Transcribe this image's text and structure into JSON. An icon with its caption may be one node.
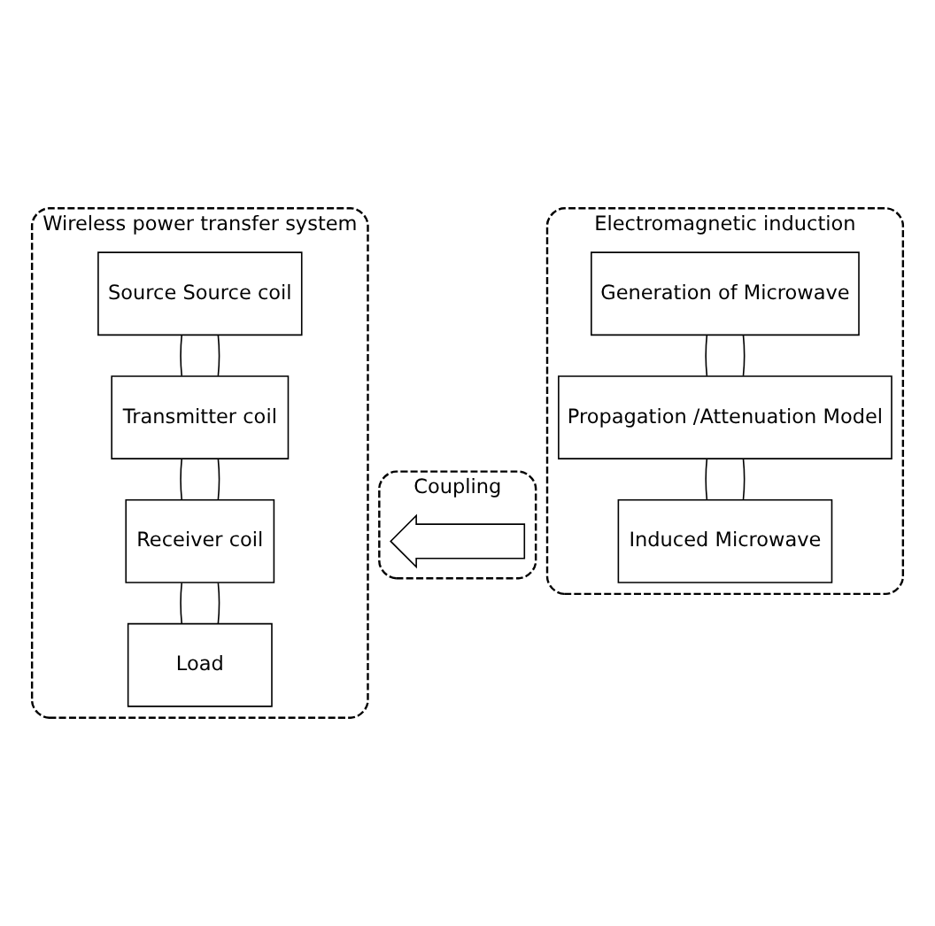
{
  "diagram": {
    "nodes": [
      {
        "text": [
          "Wireless power transfer system"
        ]
      },
      {
        "text": [
          "Source Source coil"
        ],
        "in": 0
      },
      {
        "text": [
          "Transmitter coil"
        ],
        "in": 0
      },
      {
        "text": [
          "Receiver coil"
        ],
        "in": 0
      },
      {
        "text": [
          "Load"
        ],
        "in": 0
      },
      {
        "text": [
          "Electromagnetic induction"
        ]
      },
      {
        "text": [
          "Generation of Microwave"
        ],
        "in": 5
      },
      {
        "text": [
          "Propagation /Attenuation Model"
        ],
        "in": 5
      },
      {
        "text": [
          "Induced Microwave"
        ],
        "in": 5
      },
      {
        "text": [
          "Coupling"
        ]
      },
      {
        "text": [],
        "shape": "arrow",
        "in": 9
      }
    ],
    "edges": [
      {
        "from": 1,
        "to": 2,
        "arrow": "none"
      },
      {
        "from": 1,
        "to": 2,
        "arrow": "none"
      },
      {
        "from": 2,
        "to": 3,
        "arrow": "none"
      },
      {
        "from": 2,
        "to": 3,
        "arrow": "none"
      },
      {
        "from": 3,
        "to": 4,
        "arrow": "none"
      },
      {
        "from": 3,
        "to": 4,
        "arrow": "none"
      },
      {
        "from": 6,
        "to": 7,
        "arrow": "none"
      },
      {
        "from": 6,
        "to": 7,
        "arrow": "none"
      },
      {
        "from": 7,
        "to": 8,
        "arrow": "none"
      },
      {
        "from": 7,
        "to": 8,
        "arrow": "none"
      }
    ]
  }
}
